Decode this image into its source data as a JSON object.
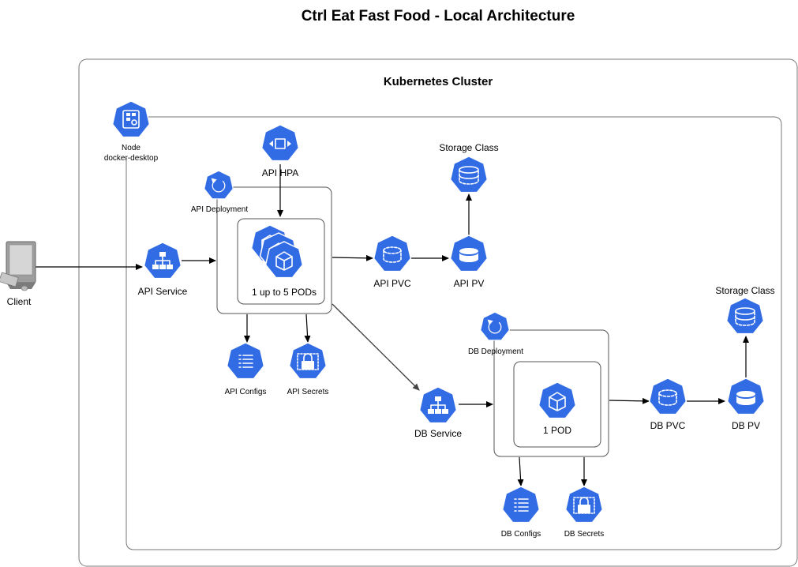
{
  "title": "Ctrl Eat Fast Food - Local Architecture",
  "cluster": {
    "label": "Kubernetes Cluster"
  },
  "node": {
    "label_line1": "Node",
    "label_line2": "docker-desktop"
  },
  "client": {
    "label": "Client"
  },
  "api": {
    "service": "API Service",
    "hpa": "API HPA",
    "deployment": "API Deployment",
    "pods": "1 up to 5 PODs",
    "pvc": "API PVC",
    "pv": "API PV",
    "storage_class": "Storage Class",
    "configs": "API Configs",
    "secrets": "API Secrets"
  },
  "db": {
    "service": "DB Service",
    "deployment": "DB Deployment",
    "pod": "1 POD",
    "pvc": "DB PVC",
    "pv": "DB PV",
    "storage_class": "Storage Class",
    "configs": "DB Configs",
    "secrets": "DB Secrets"
  },
  "colors": {
    "k8s_blue": "#326ce5",
    "border": "#555555"
  }
}
